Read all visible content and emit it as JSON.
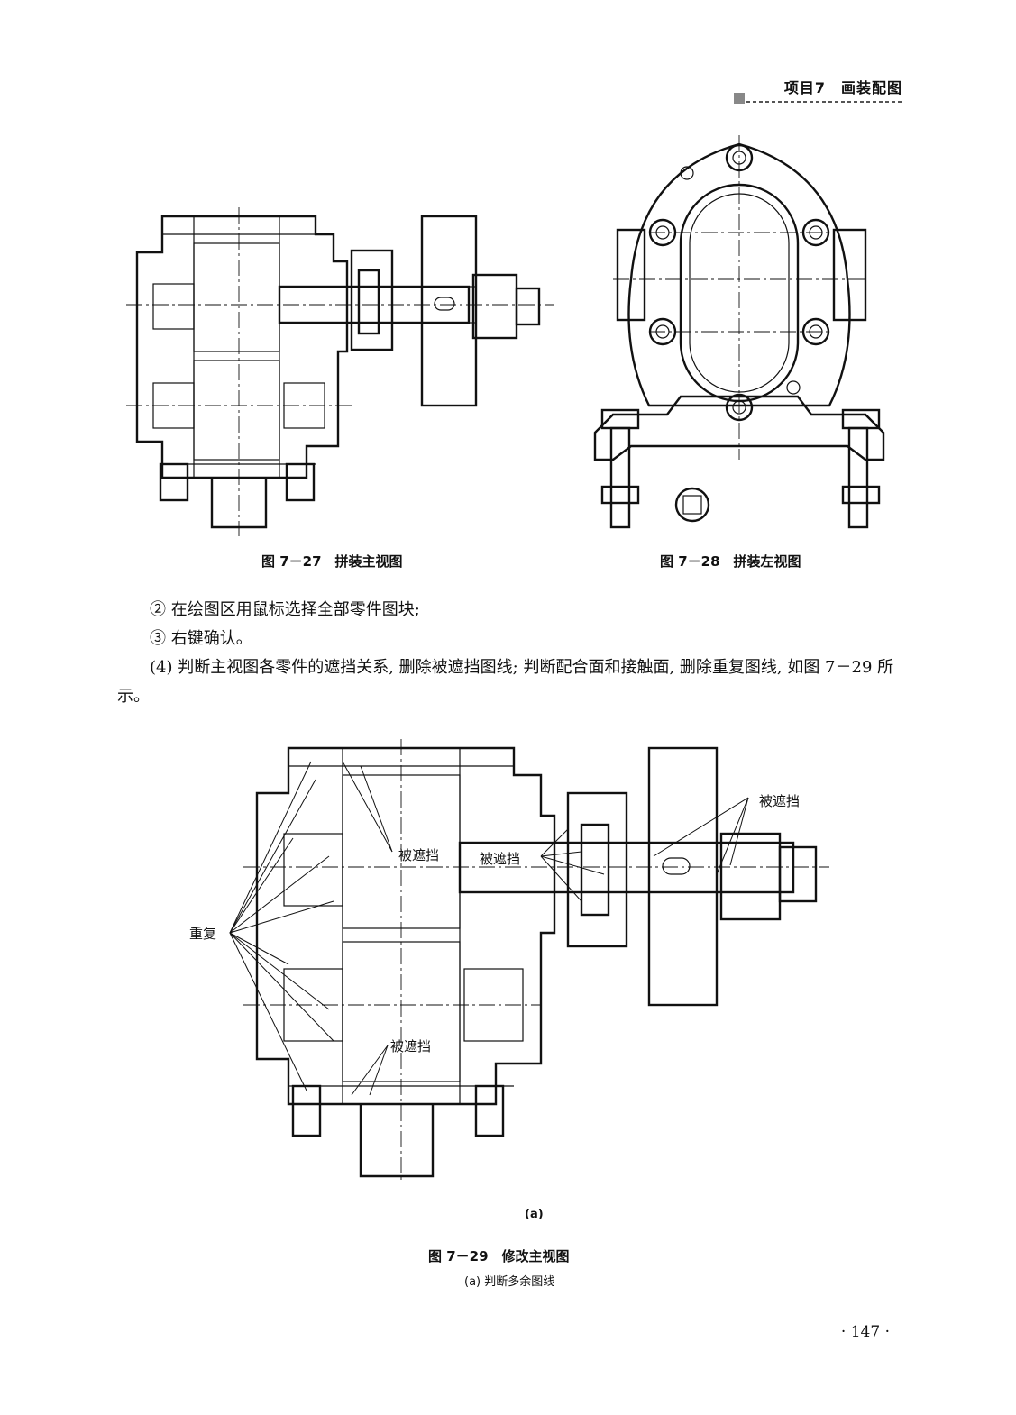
{
  "header": {
    "title": "项目7　画装配图"
  },
  "figures": {
    "fig27": {
      "caption": "图 7－27　拼装主视图"
    },
    "fig28": {
      "caption": "图 7－28　拼装左视图"
    },
    "fig29": {
      "subfig": "(a)",
      "caption": "图 7－29　修改主视图",
      "subcaption": "(a) 判断多余图线",
      "labels": {
        "repeat": "重复",
        "hidden1": "被遮挡",
        "hidden2": "被遮挡",
        "hidden3": "被遮挡",
        "hidden4": "被遮挡"
      }
    }
  },
  "body": {
    "step2": "② 在绘图区用鼠标选择全部零件图块;",
    "step3": "③ 右键确认。",
    "step4": "(4) 判断主视图各零件的遮挡关系, 删除被遮挡图线; 判断配合面和接触面, 删除重复图线, 如图 7－29 所示。"
  },
  "page_number": "· 147 ·"
}
